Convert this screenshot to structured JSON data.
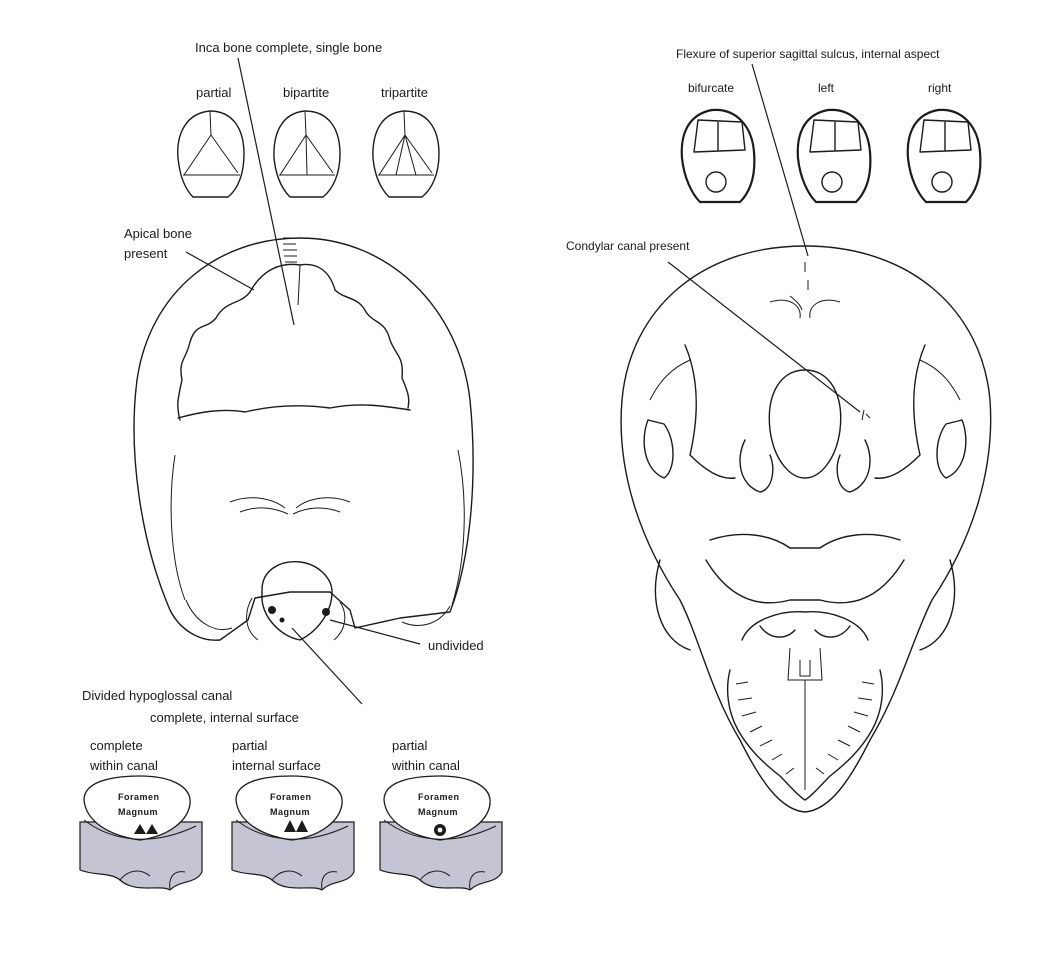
{
  "labels": {
    "inca": "Inca bone complete, single bone",
    "inca_partial": "partial",
    "inca_bipartite": "bipartite",
    "inca_tripartite": "tripartite",
    "apical_1": "Apical bone",
    "apical_2": "present",
    "undivided": "undivided",
    "hypo_1": "Divided hypoglossal canal",
    "hypo_2": "complete, internal surface",
    "fm1_1": "complete",
    "fm1_2": "within canal",
    "fm2_1": "partial",
    "fm2_2": "internal surface",
    "fm3_1": "partial",
    "fm3_2": "within canal",
    "foramen_1": "Foramen",
    "foramen_2": "Magnum",
    "flexure": "Flexure of superior sagittal sulcus, internal aspect",
    "bifurcate": "bifurcate",
    "left": "left",
    "right": "right",
    "condylar": "Condylar canal present"
  },
  "colors": {
    "ink": "#1b1b1b",
    "shade": "#c4c4d2",
    "background": "#ffffff"
  }
}
